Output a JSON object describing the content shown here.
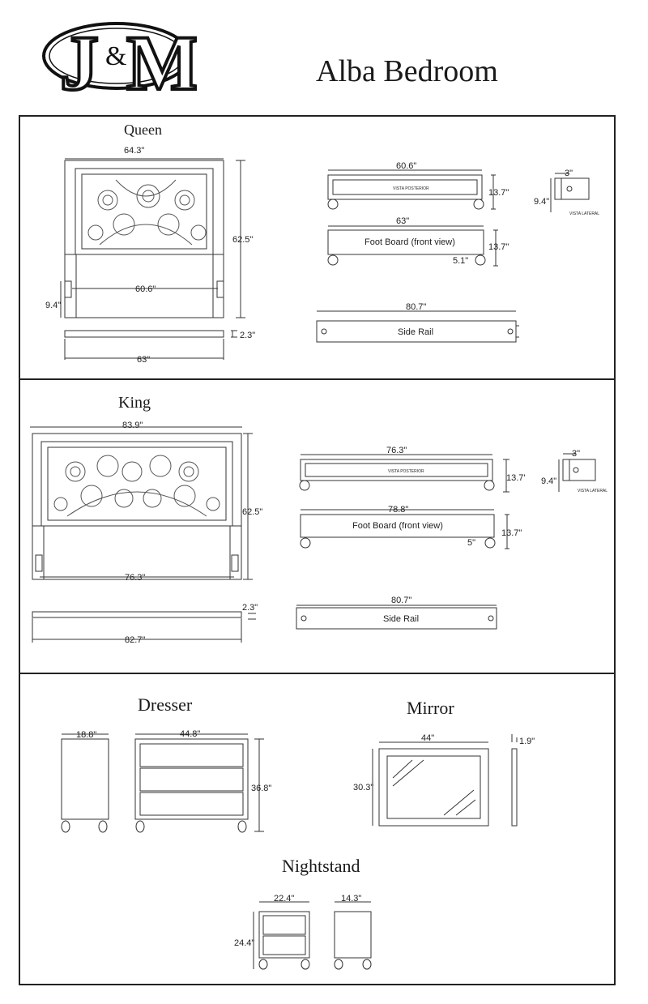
{
  "header": {
    "brand": "J&M",
    "logo_letters": [
      "J",
      "&",
      "M"
    ],
    "title": "Alba Bedroom"
  },
  "queen": {
    "title": "Queen",
    "headboard_width": "64.3\"",
    "headboard_height": "62.5\"",
    "inner_width": "60.6\"",
    "leg_height": "9.4\"",
    "top_depth": "2.3\"",
    "base_width": "63\"",
    "footboard_top_width": "60.6\"",
    "footboard_top_height": "13.7\"",
    "rear_view_label": "VISTA POSTERIOR",
    "footboard_width": "63\"",
    "footboard_height": "13.7\"",
    "footboard_label": "Foot Board (front view)",
    "footboard_leg": "5.1\"",
    "side_depth": "3\"",
    "side_height": "9.4\"",
    "side_view_label": "VISTA LATERAL",
    "side_rail_length": "80.7\"",
    "side_rail_label": "Side Rail"
  },
  "king": {
    "title": "King",
    "headboard_width": "83.9\"",
    "headboard_height": "62.5\"",
    "inner_width": "76.3\"",
    "top_depth": "2.3\"",
    "base_width": "82.7\"",
    "footboard_top_width": "76.3\"",
    "footboard_top_height": "13.7'",
    "rear_view_label": "VISTA POSTERIOR",
    "footboard_width": "78.8\"",
    "footboard_height": "13.7\"",
    "footboard_label": "Foot Board (front view)",
    "footboard_leg": "5\"",
    "side_depth": "3\"",
    "side_height": "9.4\"",
    "side_view_label": "VISTA LATERAL",
    "side_rail_length": "80.7\"",
    "side_rail_label": "Side Rail"
  },
  "dresser": {
    "title": "Dresser",
    "depth": "18.8\"",
    "width": "44.8\"",
    "height": "36.8\""
  },
  "mirror": {
    "title": "Mirror",
    "width": "44\"",
    "height": "30.3\"",
    "depth": "1.9\""
  },
  "nightstand": {
    "title": "Nightstand",
    "width": "22.4\"",
    "depth": "14.3\"",
    "height": "24.4\""
  }
}
